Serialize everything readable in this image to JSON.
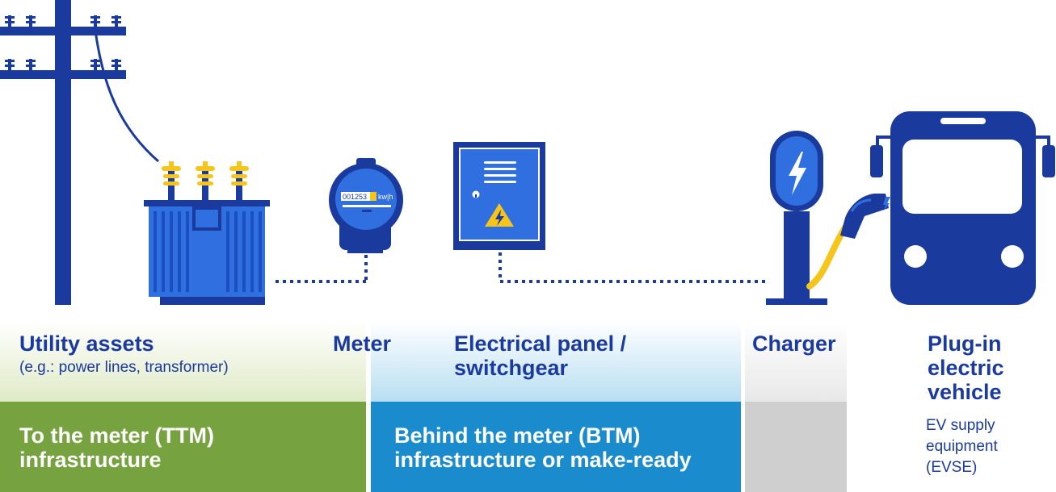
{
  "labels": {
    "utility_title": "Utility assets",
    "utility_sub": "(e.g.: power lines, transformer)",
    "meter_title": "Meter",
    "panel_title_line1": "Electrical panel /",
    "panel_title_line2": "switchgear",
    "charger_title": "Charger",
    "vehicle_line1": "Plug-in",
    "vehicle_line2": "electric",
    "vehicle_line3": "vehicle",
    "evse_line1": "EV supply",
    "evse_line2": "equipment",
    "evse_line3": "(EVSE)",
    "meter_reading": "001253",
    "meter_unit": "kw|h"
  },
  "bands": {
    "ttm_line1": "To the meter (TTM)",
    "ttm_line2": "infrastructure",
    "btm_line1": "Behind the meter (BTM)",
    "btm_line2": "infrastructure or make-ready"
  },
  "colors": {
    "navy": "#1a3a9e",
    "blue": "#2f6fe0",
    "yellow": "#f5c51c",
    "ttm_green": "#76a33f",
    "btm_blue": "#1a8ccd",
    "charger_gray": "#cfcfcf"
  },
  "icons": {
    "pole": "utility-pole-icon",
    "transformer": "transformer-icon",
    "meter": "electric-meter-icon",
    "panel": "electrical-panel-icon",
    "charger": "ev-charger-icon",
    "bus": "electric-bus-icon"
  }
}
